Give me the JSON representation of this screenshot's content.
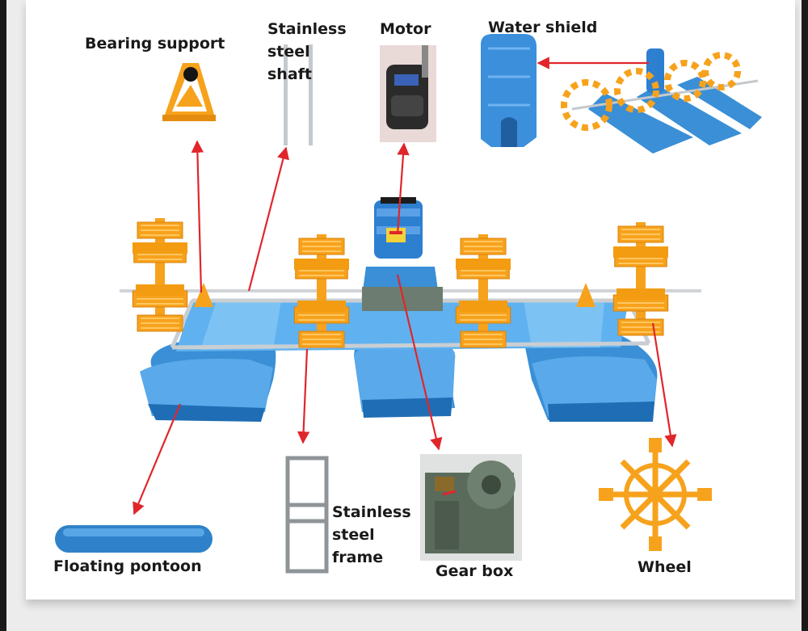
{
  "labels": {
    "bearing_support": "Bearing support",
    "stainless_steel_shaft": "Stainless\nsteel\nshaft",
    "motor": "Motor",
    "water_shield": "Water shield",
    "floating_pontoon": "Floating pontoon",
    "stainless_steel_frame": "Stainless\nsteel\nframe",
    "gear_box": "Gear box",
    "wheel": "Wheel"
  },
  "colors": {
    "pontoon_blue": "#3a8fd6",
    "wheel_orange": "#f7a21c",
    "arrow_red": "#e0262b",
    "gearbox_green": "#5a6b5c",
    "steel": "#b9bec4"
  },
  "icons": [
    "bearing-support-icon",
    "stainless-steel-shaft-icon",
    "motor-icon",
    "water-shield-icon",
    "aerator-thumbnail",
    "floating-pontoon-icon",
    "stainless-steel-frame-icon",
    "gear-box-icon",
    "wheel-icon"
  ]
}
